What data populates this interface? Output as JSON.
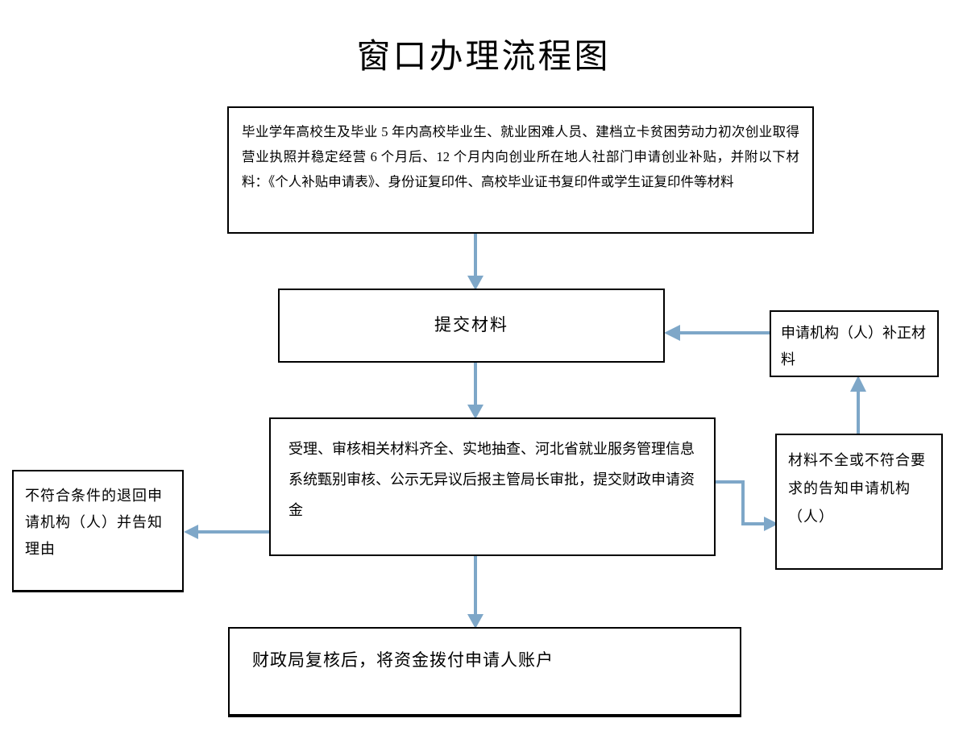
{
  "page": {
    "title": "窗口办理流程图",
    "background_color": "#ffffff",
    "border_color": "#000000",
    "arrow_color": "#7ea7c8"
  },
  "nodes": {
    "intro": {
      "id": "intro",
      "text": "毕业学年高校生及毕业 5 年内高校毕业生、就业困难人员、建档立卡贫困劳动力初次创业取得营业执照并稳定经营 6 个月后、12 个月内向创业所在地人社部门申请创业补贴，并附以下材料：《个人补贴申请表》、身份证复印件、高校毕业证书复印件或学生证复印件等材料"
    },
    "submit": {
      "id": "submit",
      "text": "提交材料"
    },
    "review": {
      "id": "review",
      "text": "受理、审核相关材料齐全、实地抽查、河北省就业服务管理信息系统甄别审核、公示无异议后报主管局长审批，提交财政申请资金"
    },
    "payout": {
      "id": "payout",
      "text": "财政局复核后，将资金拨付申请人账户"
    },
    "reject": {
      "id": "reject",
      "text": "不符合条件的退回申请机构（人）并告知理由"
    },
    "notify": {
      "id": "notify",
      "text": "材料不全或不符合要求的告知申请机构（人）"
    },
    "supplement": {
      "id": "supplement",
      "text": "申请机构（人）补正材料"
    }
  },
  "connectors": [
    {
      "id": "intro-to-submit",
      "from": "intro",
      "to": "submit",
      "direction": "down",
      "label": ""
    },
    {
      "id": "submit-to-review",
      "from": "submit",
      "to": "review",
      "direction": "down",
      "label": ""
    },
    {
      "id": "review-to-payout",
      "from": "review",
      "to": "payout",
      "direction": "down",
      "label": ""
    },
    {
      "id": "review-to-reject",
      "from": "review",
      "to": "reject",
      "direction": "left",
      "label": ""
    },
    {
      "id": "review-to-notify",
      "from": "review",
      "to": "notify",
      "direction": "right-elbow",
      "label": ""
    },
    {
      "id": "notify-to-supplement",
      "from": "notify",
      "to": "supplement",
      "direction": "up",
      "label": ""
    },
    {
      "id": "supplement-to-submit",
      "from": "supplement",
      "to": "submit",
      "direction": "left",
      "label": ""
    }
  ]
}
